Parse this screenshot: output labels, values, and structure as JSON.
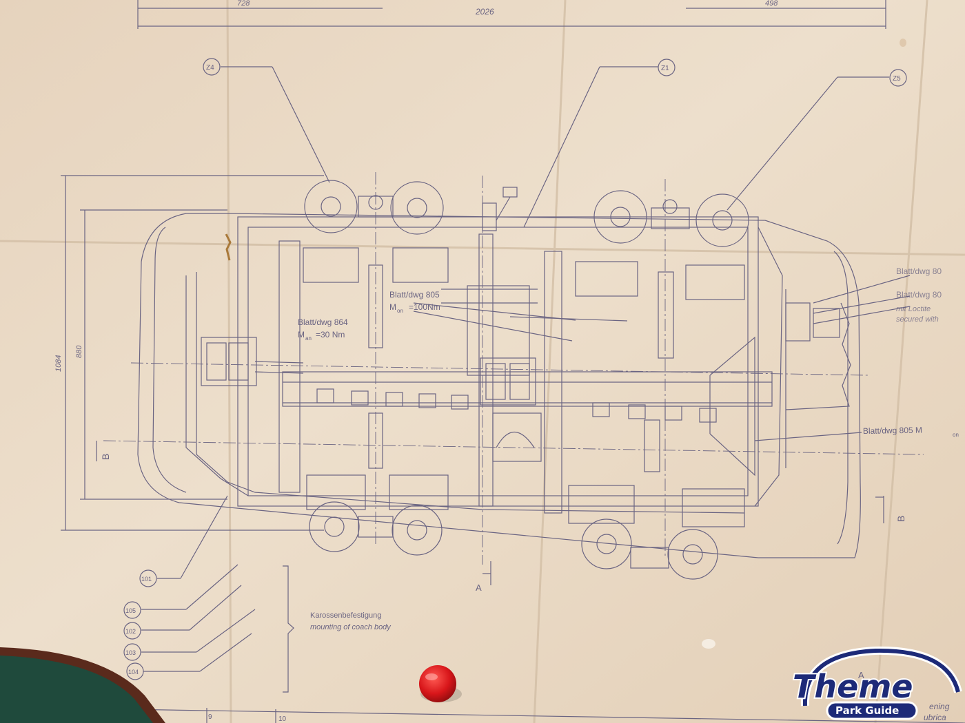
{
  "drawing": {
    "dimensions": {
      "top_left": "728",
      "top_right": "498",
      "overall_width": "2026",
      "height_outer": "1084",
      "height_inner": "880",
      "bottom_a": "9",
      "bottom_b": "10"
    },
    "callouts": {
      "z4": "Z4",
      "z1": "Z1",
      "z5": "Z5",
      "c101": "101",
      "c105": "105",
      "c102": "102",
      "c103": "103",
      "c104": "104"
    },
    "notes": {
      "note_864_line1": "Blatt/dwg 864",
      "note_864_line2": "M",
      "note_864_sub": "an",
      "note_864_val": "=30 Nm",
      "note_805_line1": "Blatt/dwg 805",
      "note_805_line2": "M",
      "note_805_sub": "on",
      "note_805_val": "=100Nm",
      "note_805_right": "Blatt/dwg 805 M",
      "note_805_right_sub": "on",
      "edge_dwg1": "Blatt/dwg 80",
      "edge_dwg2": "Blatt/dwg 80",
      "edge_loctite": "mit Loctite",
      "edge_secured": "secured with",
      "mounting_de": "Karossenbefestigung",
      "mounting_en": "mounting of coach body",
      "section_a": "A",
      "section_b_left": "B",
      "section_b_right": "B",
      "corner_a": "A",
      "corner_partial1": "ening",
      "corner_partial2": "ubrica"
    }
  },
  "logo": {
    "main": "Theme",
    "sub": "Park Guide",
    "colors": {
      "navy": "#1d2a78",
      "white": "#ffffff"
    }
  },
  "colors": {
    "paper": "#ecdcc8",
    "ink": "#6a6482",
    "table_green": "#1f4a3c",
    "table_rim": "#5a2a1c",
    "pin_red": "#d8161a"
  }
}
